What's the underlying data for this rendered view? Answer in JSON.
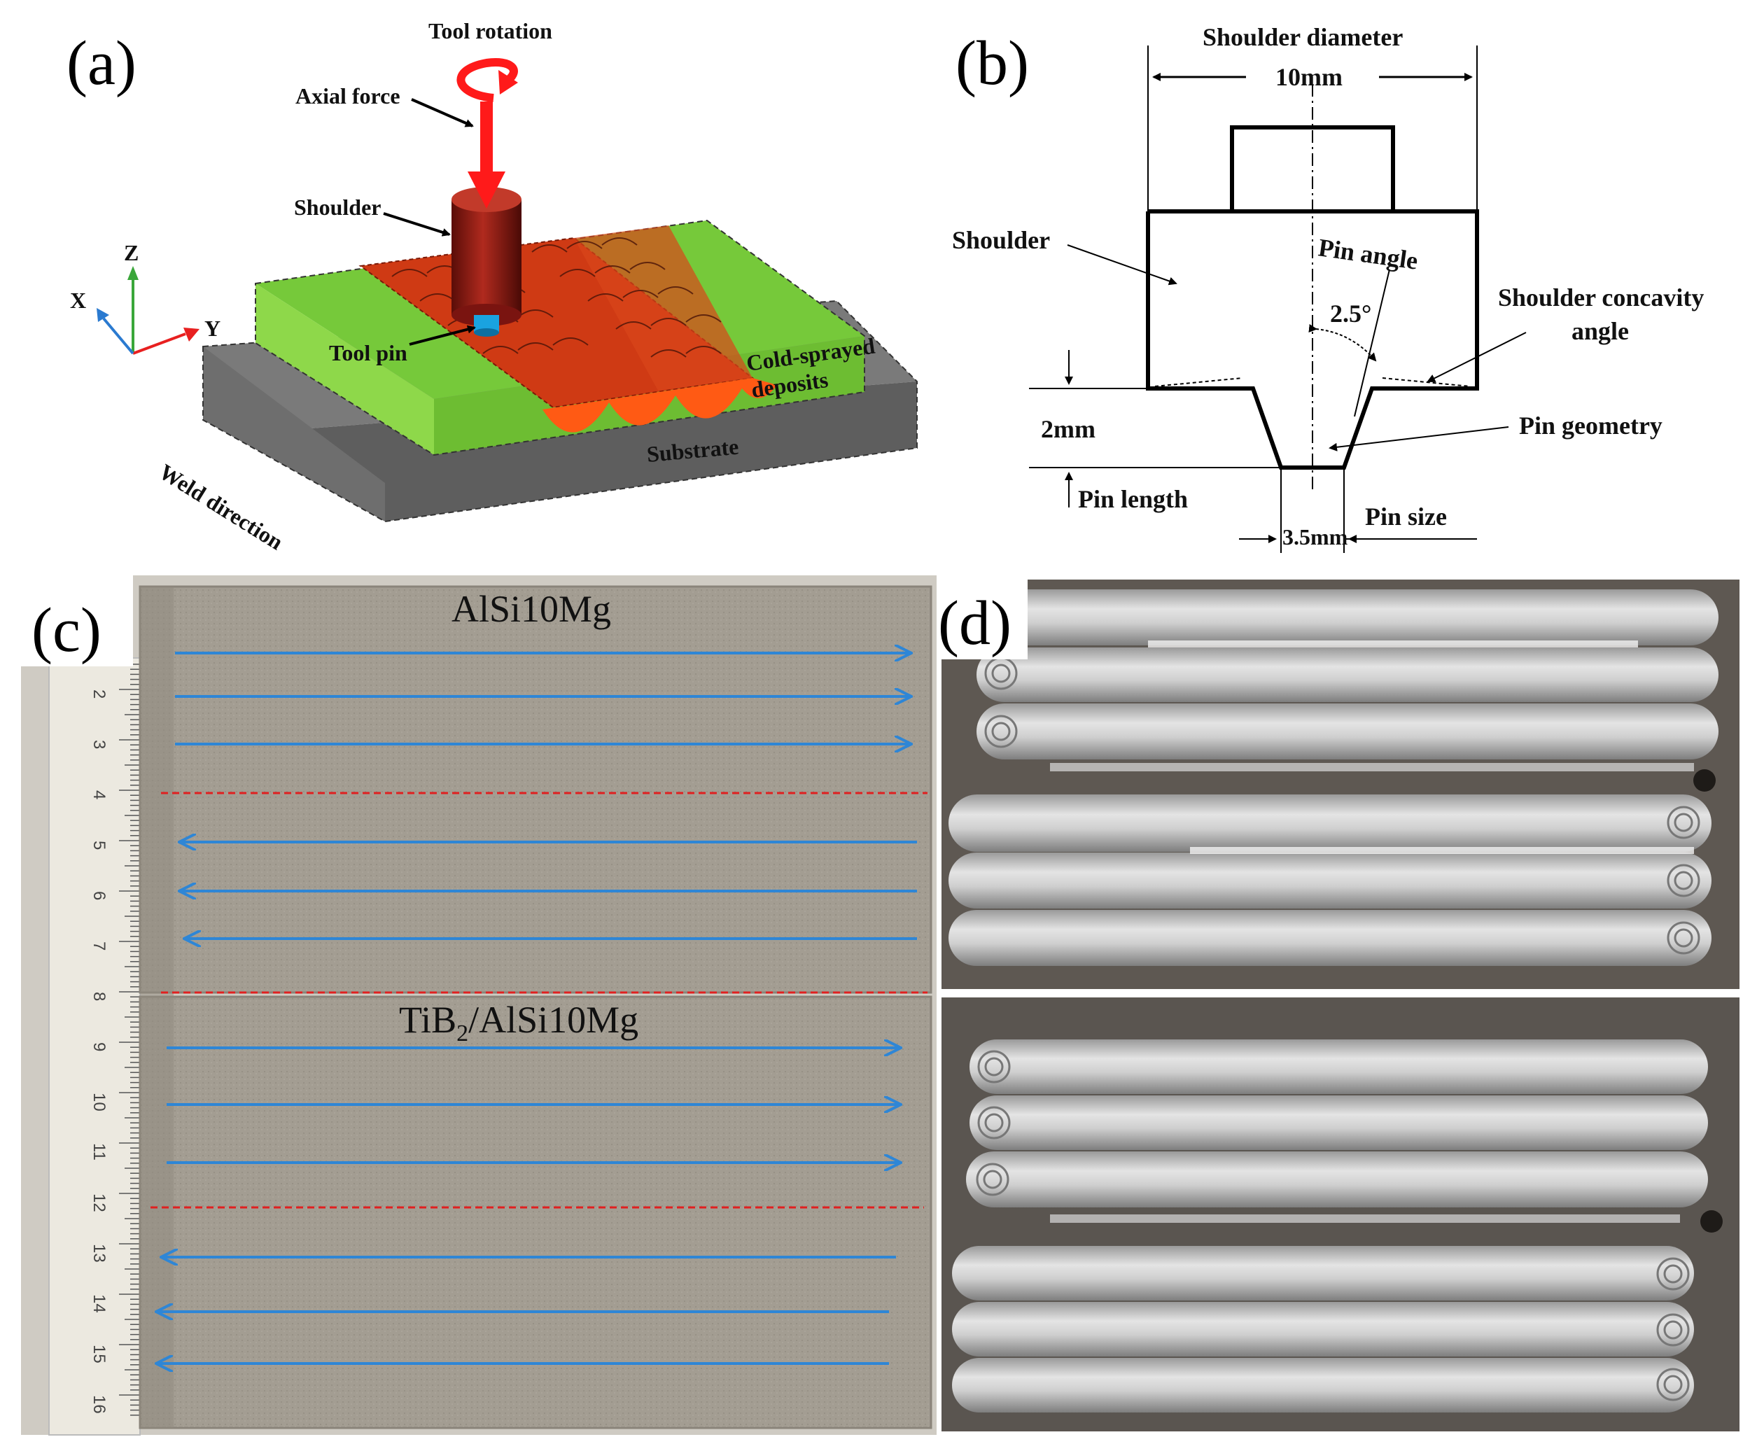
{
  "panels": {
    "a": {
      "label": "(a)",
      "tool_rotation": "Tool rotation",
      "axial_force": "Axial force",
      "shoulder": "Shoulder",
      "tool_pin": "Tool pin",
      "cold_sprayed": "Cold-sprayed",
      "deposits": "deposits",
      "substrate": "Substrate",
      "weld_direction": "Weld direction",
      "axis_x": "X",
      "axis_y": "Y",
      "axis_z": "Z"
    },
    "b": {
      "label": "(b)",
      "shoulder_diameter": "Shoulder diameter",
      "shoulder_diameter_value": "10mm",
      "shoulder": "Shoulder",
      "pin_angle": "Pin angle",
      "pin_angle_value": "2.5°",
      "shoulder_concavity": "Shoulder concavity",
      "shoulder_concavity_2": "angle",
      "pin_geometry": "Pin geometry",
      "pin_length_value": "2mm",
      "pin_length": "Pin length",
      "pin_size": "Pin size",
      "pin_size_value": "3.5mm"
    },
    "c": {
      "label": "(c)",
      "material_1": "AlSi10Mg",
      "material_2_prefix": "TiB",
      "material_2_sub": "2",
      "material_2_suffix": "/AlSi10Mg",
      "ruler_ticks": [
        "2",
        "3",
        "4",
        "5",
        "6",
        "7",
        "8",
        "9",
        "10",
        "11",
        "12",
        "13",
        "14",
        "15",
        "16"
      ]
    },
    "d": {
      "label": "(d)"
    }
  },
  "colors": {
    "green_plate": "#7fd23a",
    "substrate": "#7f7f7f",
    "deposit": "#e8401a",
    "tool": "#8b1a12",
    "pin": "#1aa3e0",
    "arrow_red": "#ff1a1a",
    "blue_arrow": "#2e86d6",
    "dashed_red": "#e02020",
    "sample_bg": "#a39d92"
  }
}
